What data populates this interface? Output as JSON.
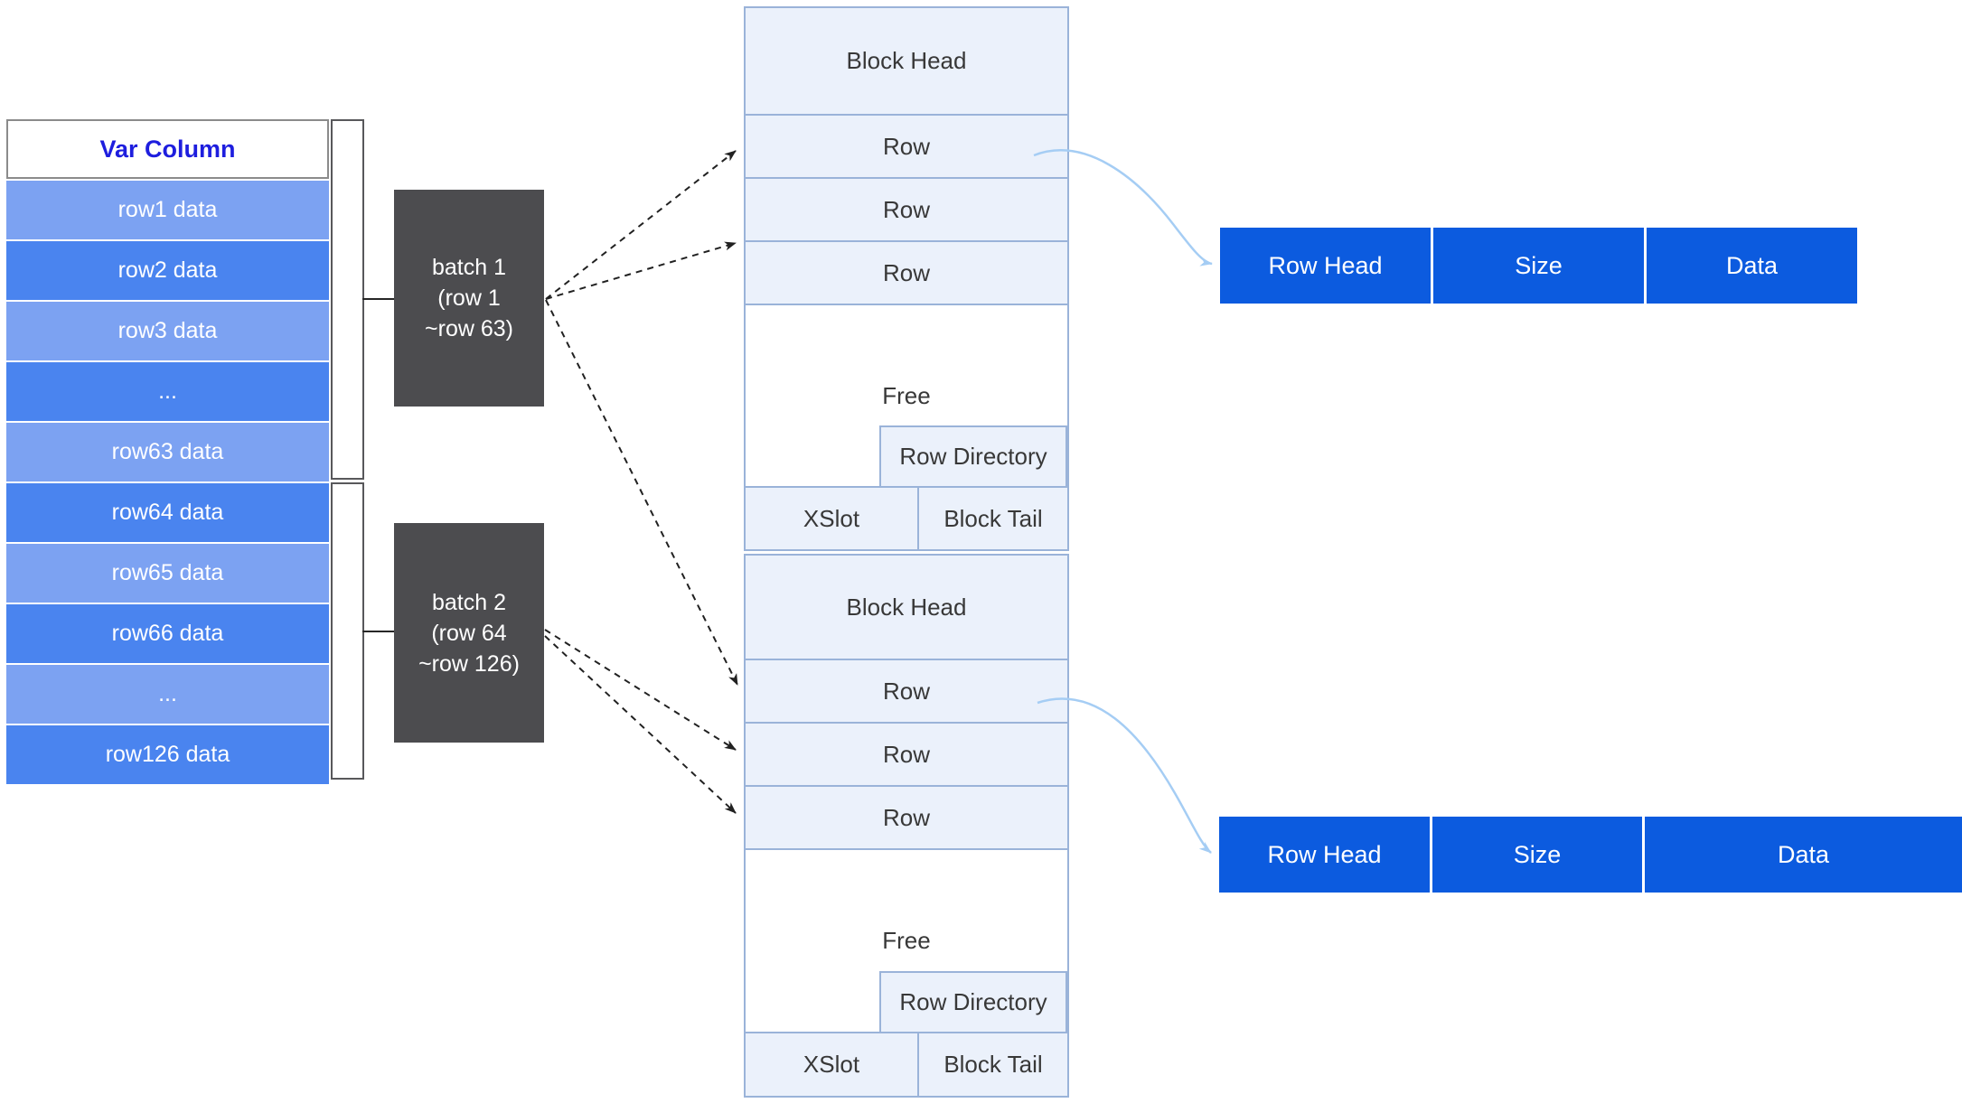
{
  "colors": {
    "row_light": "#7CA2F2",
    "row_dark": "#4A84EF",
    "bar_blue": "#0C5BDF",
    "block_fill": "#EBF1FB",
    "block_border": "#9AB3D9",
    "batch_fill": "#4C4C4F",
    "header_text_blue": "#1E1EDE",
    "dashed_arrow": "#212121",
    "curved_arrow": "#A5CDF4"
  },
  "var_table": {
    "title": "Var Column",
    "rows": [
      {
        "label": "row1 data",
        "tone": "light"
      },
      {
        "label": "row2 data",
        "tone": "dark"
      },
      {
        "label": "row3 data",
        "tone": "light"
      },
      {
        "label": "...",
        "tone": "dark"
      },
      {
        "label": "row63 data",
        "tone": "light"
      },
      {
        "label": "row64 data",
        "tone": "dark"
      },
      {
        "label": "row65 data",
        "tone": "light"
      },
      {
        "label": "row66 data",
        "tone": "dark"
      },
      {
        "label": "...",
        "tone": "light"
      },
      {
        "label": "row126 data",
        "tone": "dark"
      }
    ]
  },
  "batches": [
    {
      "line1": "batch 1",
      "line2": "(row 1",
      "line3": "~row 63)"
    },
    {
      "line1": "batch 2",
      "line2": "(row 64",
      "line3": "~row 126)"
    }
  ],
  "blocks": [
    {
      "head": "Block Head",
      "row1": "Row",
      "row2": "Row",
      "row3": "Row",
      "free": "Free",
      "row_directory": "Row Directory",
      "xslot": "XSlot",
      "tail": "Block Tail"
    },
    {
      "head": "Block Head",
      "row1": "Row",
      "row2": "Row",
      "row3": "Row",
      "free": "Free",
      "row_directory": "Row Directory",
      "xslot": "XSlot",
      "tail": "Block Tail"
    }
  ],
  "row_bars": [
    {
      "head": "Row Head",
      "size": "Size",
      "data": "Data"
    },
    {
      "head": "Row Head",
      "size": "Size",
      "data": "Data"
    }
  ]
}
